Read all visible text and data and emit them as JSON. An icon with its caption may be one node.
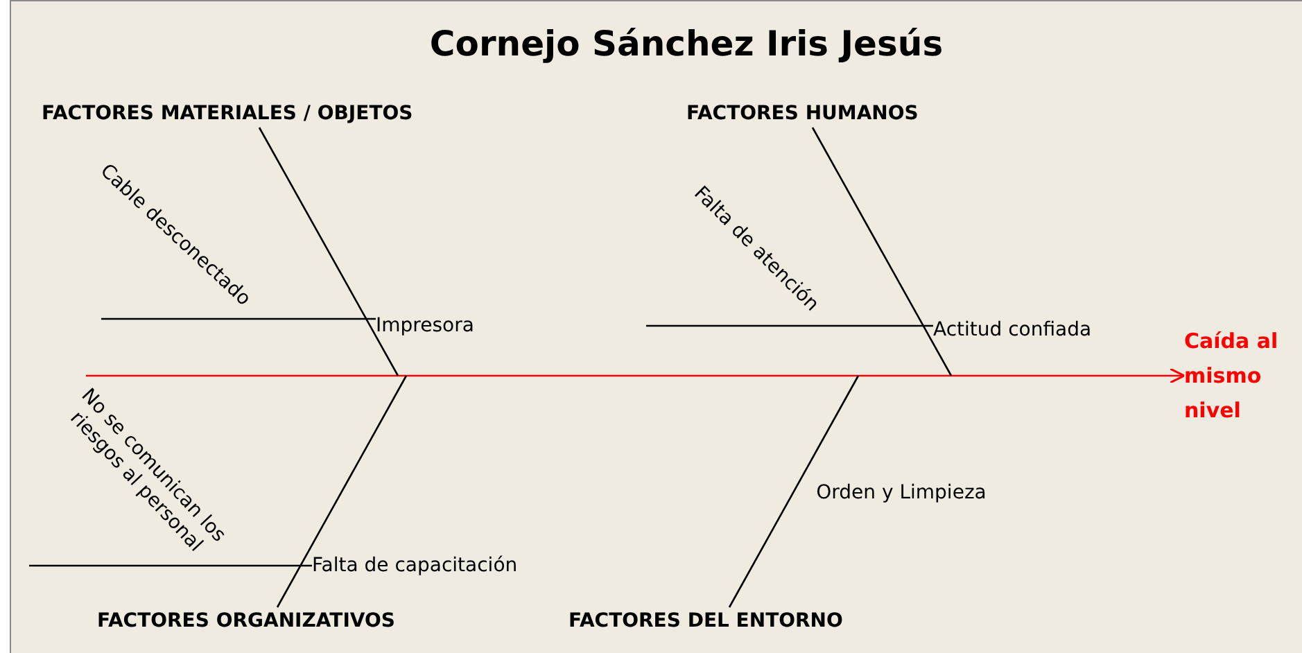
{
  "diagram": {
    "title": "Cornejo Sánchez Iris Jesús",
    "nodes": [
      {
        "text": [
          "FACTORES MATERIALES / OBJETOS"
        ]
      },
      {
        "text": [
          "FACTORES HUMANOS"
        ]
      },
      {
        "text": [
          "FACTORES ORGANIZATIVOS"
        ]
      },
      {
        "text": [
          "FACTORES DEL ENTORNO"
        ]
      },
      {
        "text": [
          "Impresora"
        ]
      },
      {
        "text": [
          "Actitud confiada"
        ]
      },
      {
        "text": [
          "Falta de capacitación"
        ]
      },
      {
        "text": [
          "Caída al mismo nivel"
        ]
      }
    ],
    "edges": [
      {
        "from": null,
        "to": 7,
        "arrow": "to",
        "color": "#ff0000"
      },
      {
        "from": 0,
        "to": null,
        "arrow": "none"
      },
      {
        "from": 1,
        "to": null,
        "arrow": "none"
      },
      {
        "from": 2,
        "to": null,
        "arrow": "none"
      },
      {
        "from": 3,
        "to": null,
        "arrow": "none"
      },
      {
        "from": 4,
        "to": null,
        "arrow": "none"
      },
      {
        "from": 5,
        "to": null,
        "arrow": "none"
      },
      {
        "from": 6,
        "to": null,
        "arrow": "none"
      }
    ],
    "labels": [
      "Cable desconectado",
      "Falta de atención",
      "No se comunican los riesgos al personal",
      "Orden y Limpieza"
    ]
  }
}
